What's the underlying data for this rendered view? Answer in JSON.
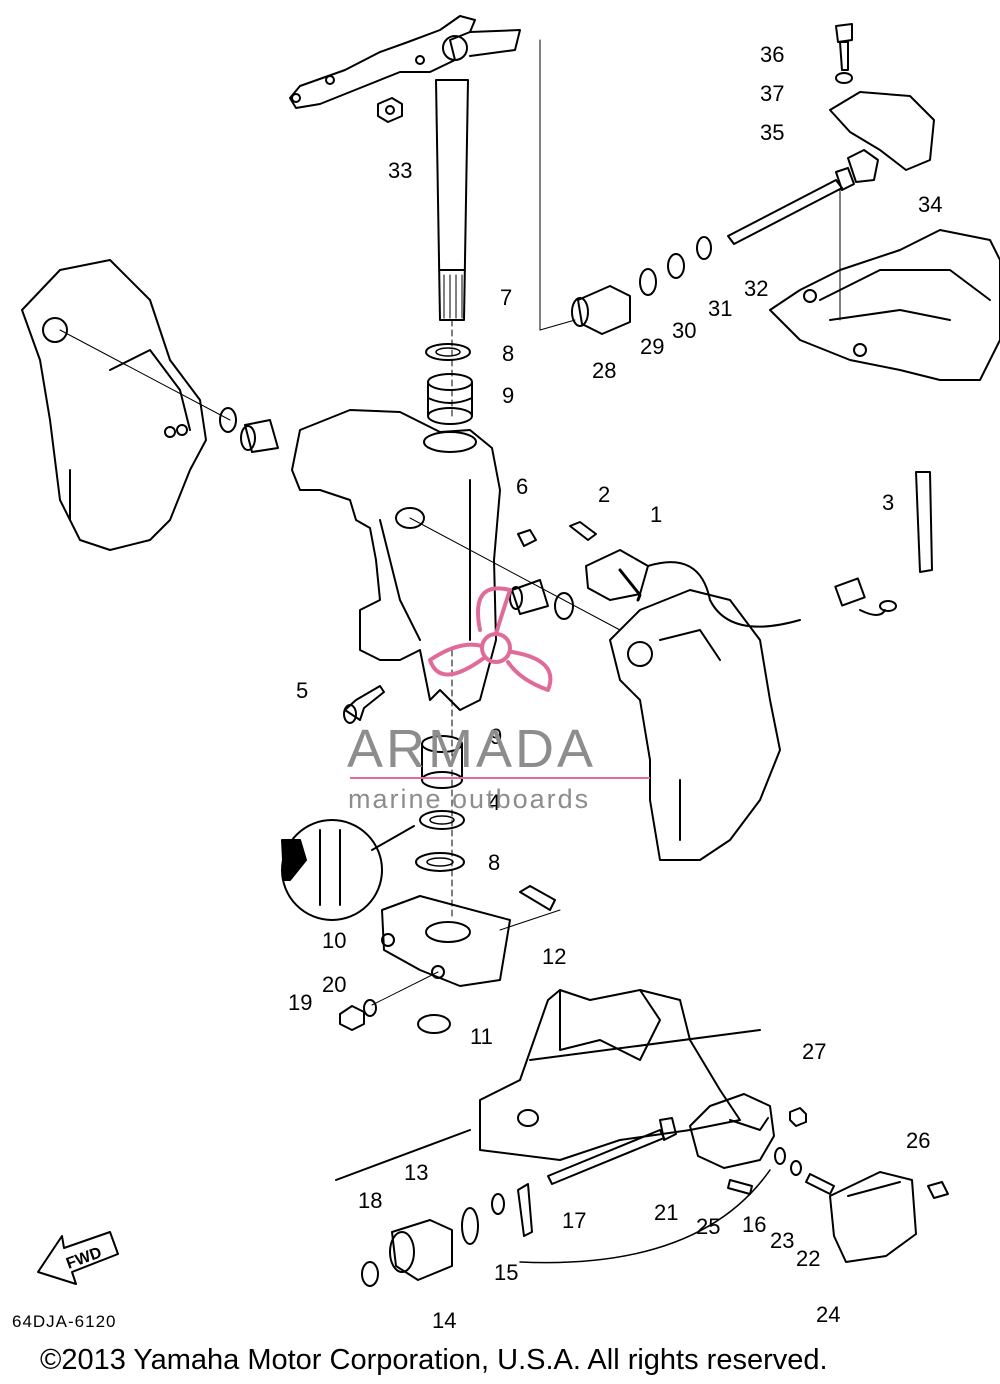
{
  "diagram": {
    "code": "64DJA-6120",
    "copyright": "©2013 Yamaha Motor Corporation, U.S.A. All rights reserved.",
    "fwd_label": "FWD",
    "watermark": {
      "title": "ARMADA",
      "subtitle": "marine outboards",
      "accent": "#e06a99",
      "gray": "#8d8d8d"
    },
    "callouts": [
      {
        "id": "c36",
        "label": "36"
      },
      {
        "id": "c37",
        "label": "37"
      },
      {
        "id": "c35",
        "label": "35"
      },
      {
        "id": "c33",
        "label": "33"
      },
      {
        "id": "c34",
        "label": "34"
      },
      {
        "id": "c7",
        "label": "7"
      },
      {
        "id": "c32",
        "label": "32"
      },
      {
        "id": "c8a",
        "label": "8"
      },
      {
        "id": "c29",
        "label": "29"
      },
      {
        "id": "c30",
        "label": "30"
      },
      {
        "id": "c31",
        "label": "31"
      },
      {
        "id": "c28",
        "label": "28"
      },
      {
        "id": "c9a",
        "label": "9"
      },
      {
        "id": "c6",
        "label": "6"
      },
      {
        "id": "c2",
        "label": "2"
      },
      {
        "id": "c1",
        "label": "1"
      },
      {
        "id": "c3",
        "label": "3"
      },
      {
        "id": "c5",
        "label": "5"
      },
      {
        "id": "c9b",
        "label": "9"
      },
      {
        "id": "c4",
        "label": "4"
      },
      {
        "id": "c8b",
        "label": "8"
      },
      {
        "id": "c10",
        "label": "10"
      },
      {
        "id": "c12",
        "label": "12"
      },
      {
        "id": "c20",
        "label": "20"
      },
      {
        "id": "c19",
        "label": "19"
      },
      {
        "id": "c11",
        "label": "11"
      },
      {
        "id": "c27",
        "label": "27"
      },
      {
        "id": "c26",
        "label": "26"
      },
      {
        "id": "c13",
        "label": "13"
      },
      {
        "id": "c18",
        "label": "18"
      },
      {
        "id": "c17",
        "label": "17"
      },
      {
        "id": "c21",
        "label": "21"
      },
      {
        "id": "c25",
        "label": "25"
      },
      {
        "id": "c16",
        "label": "16"
      },
      {
        "id": "c23",
        "label": "23"
      },
      {
        "id": "c22",
        "label": "22"
      },
      {
        "id": "c15",
        "label": "15"
      },
      {
        "id": "c14",
        "label": "14"
      },
      {
        "id": "c24",
        "label": "24"
      }
    ]
  }
}
